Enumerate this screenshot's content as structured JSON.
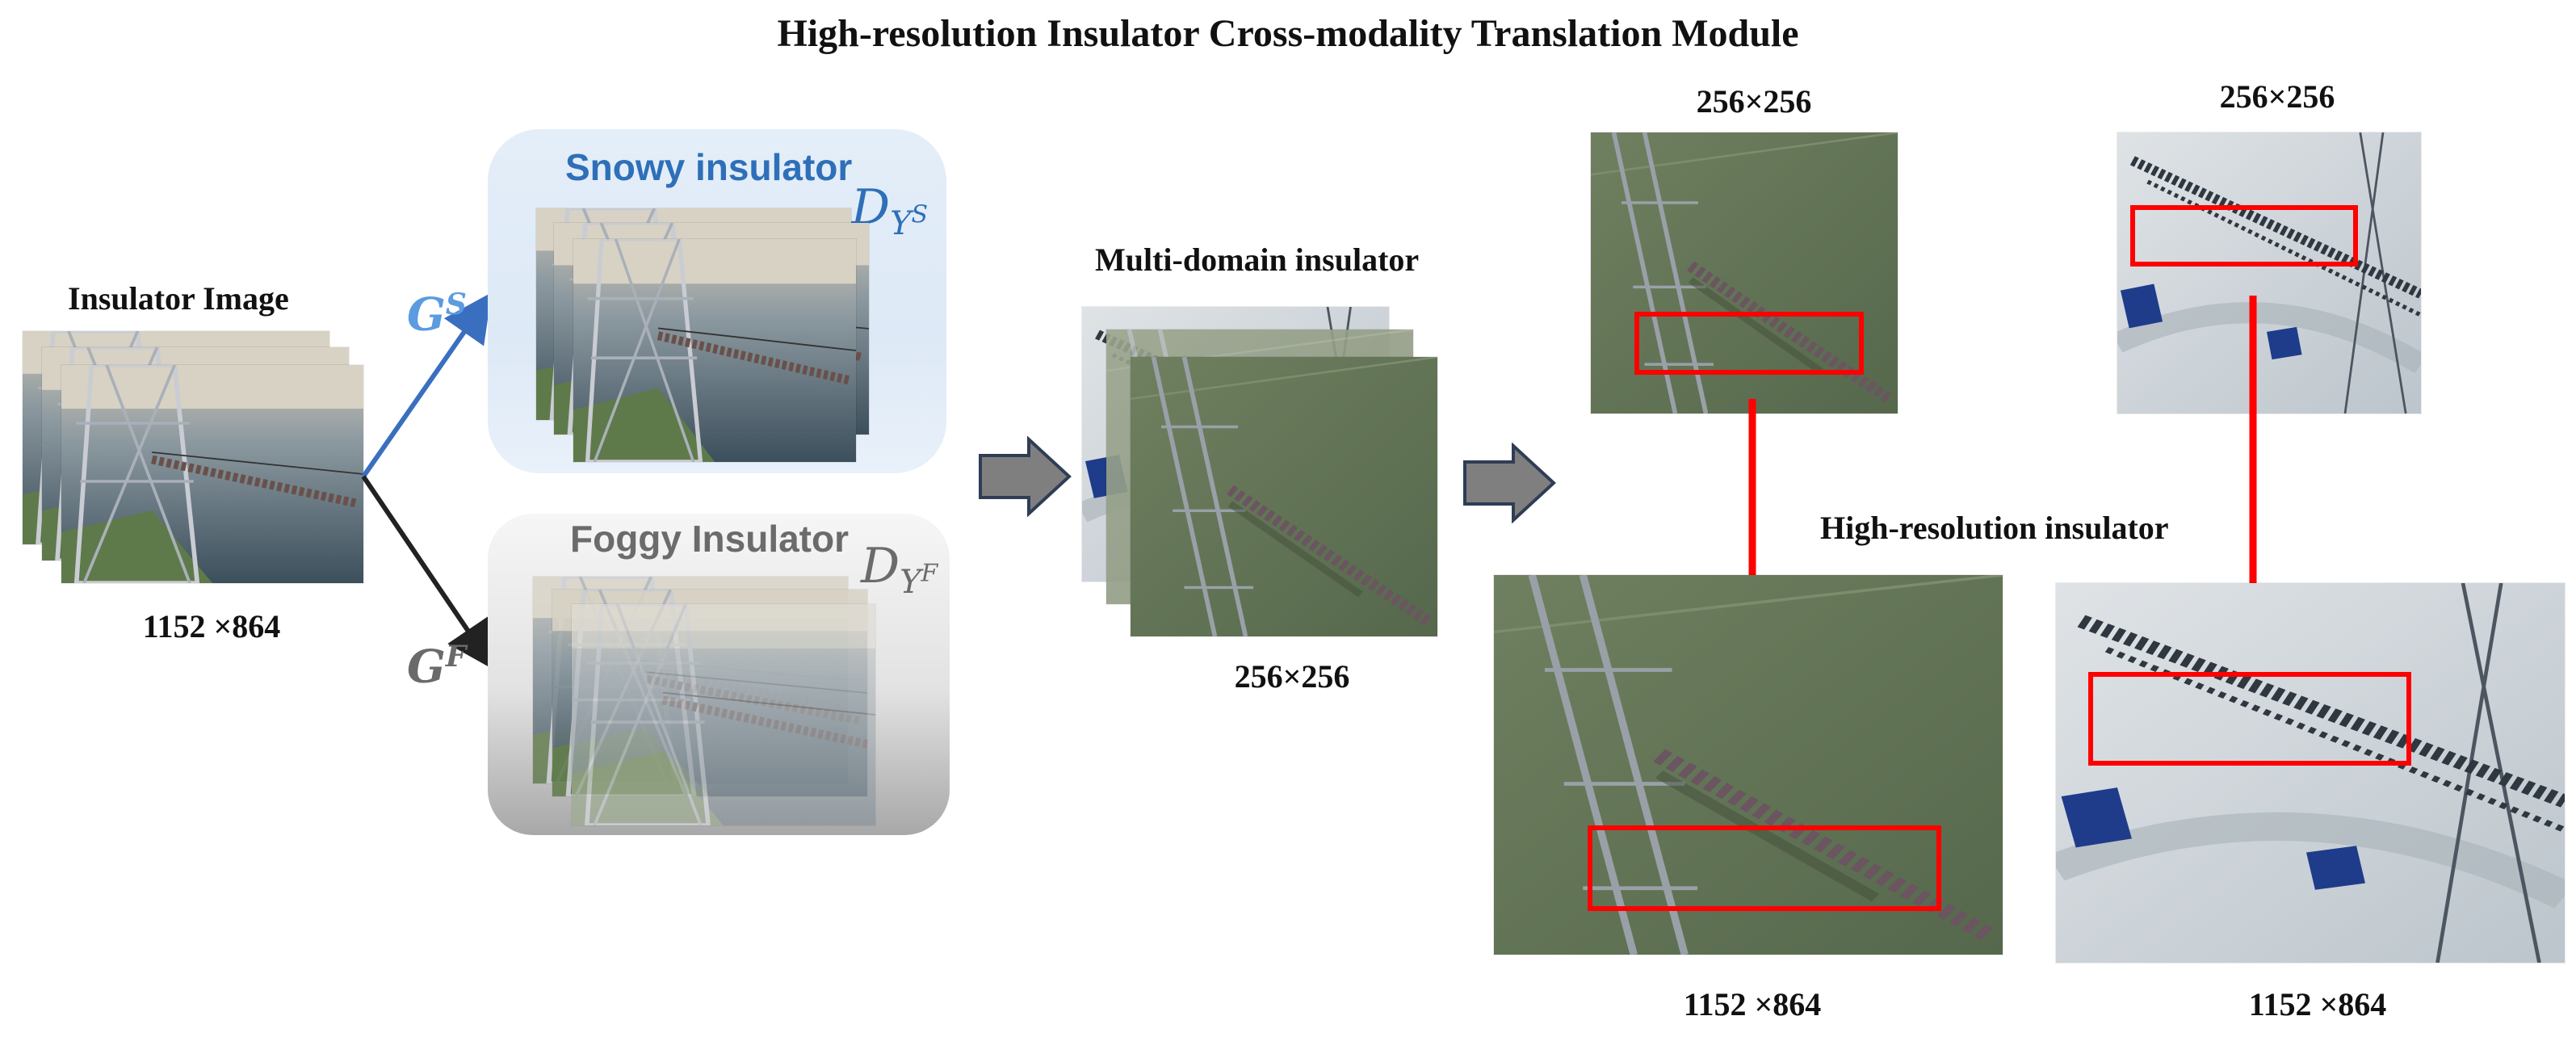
{
  "title": "High-resolution Insulator Cross-modality Translation Module",
  "input": {
    "label": "Insulator Image",
    "size": "1152 ×864"
  },
  "generators": {
    "snowy": {
      "base": "G",
      "sup": "S"
    },
    "foggy": {
      "base": "G",
      "sup": "F"
    }
  },
  "snowy_panel": {
    "title": "Snowy insulator",
    "discriminator": {
      "base": "D",
      "sub": "Y",
      "sup": "S"
    }
  },
  "foggy_panel": {
    "title": "Foggy Insulator",
    "discriminator": {
      "base": "D",
      "sub": "Y",
      "sup": "F"
    }
  },
  "multi_domain": {
    "label": "Multi-domain insulator",
    "size": "256×256"
  },
  "outputs": {
    "low_res_left_size": "256×256",
    "low_res_right_size": "256×256",
    "high_res_label": "High-resolution insulator",
    "high_res_left_size": "1152 ×864",
    "high_res_right_size": "1152 ×864"
  },
  "colors": {
    "snowy_accent": "#2e6fb8",
    "foggy_accent": "#6b6b6b",
    "highlight_red": "#ff0000",
    "block_arrow_fill": "#7f7f7f",
    "block_arrow_stroke": "#2f3d55"
  }
}
